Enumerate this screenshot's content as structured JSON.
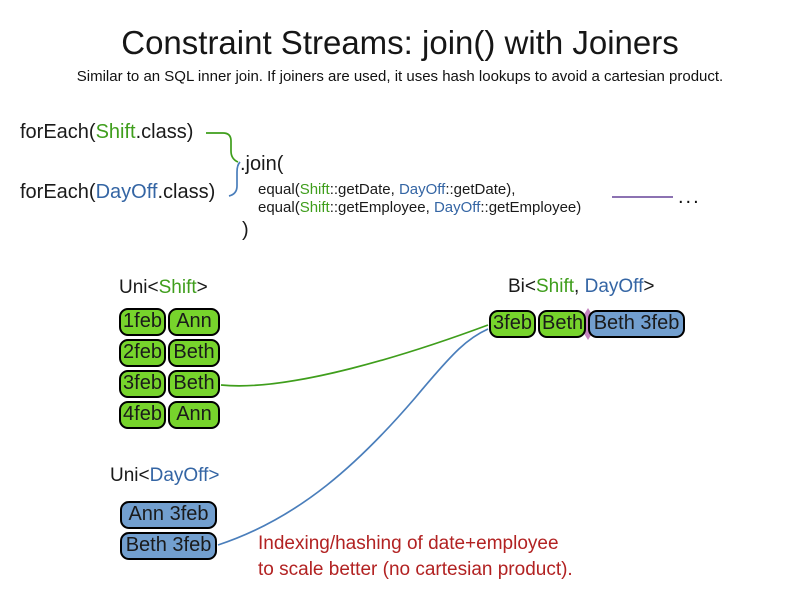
{
  "slide": {
    "title": "Constraint Streams: join() with Joiners",
    "subtitle": "Similar to an SQL inner join. If joiners are used, it uses hash lookups to avoid a cartesian product."
  },
  "code": {
    "foreach_shift": {
      "prefix": "forEach(",
      "class_name": "Shift",
      "suffix": ".class)"
    },
    "foreach_dayoff": {
      "prefix": "forEach(",
      "class_name": "DayOff",
      "suffix": ".class)"
    },
    "join": {
      "open": ".join(",
      "close": ")",
      "joiners": [
        {
          "fn": "equal(",
          "left_class": "Shift",
          "left_arg": "::getDate, ",
          "right_class": "DayOff",
          "right_arg": "::getDate),"
        },
        {
          "fn": "equal(",
          "left_class": "Shift",
          "left_arg": "::getEmployee, ",
          "right_class": "DayOff",
          "right_arg": "::getEmployee)"
        }
      ],
      "ellipsis": "..."
    }
  },
  "uni_shift": {
    "label": {
      "prefix": "Uni<",
      "class_name": "Shift",
      "suffix": ">"
    },
    "rows": [
      {
        "date": "1feb",
        "employee": "Ann"
      },
      {
        "date": "2feb",
        "employee": "Beth"
      },
      {
        "date": "3feb",
        "employee": "Beth"
      },
      {
        "date": "4feb",
        "employee": "Ann"
      }
    ]
  },
  "bi": {
    "label": {
      "prefix": "Bi<",
      "class1": "Shift",
      "sep": ", ",
      "class2": "DayOff",
      "suffix": ">"
    },
    "row": {
      "shift_date": "3feb",
      "shift_employee": "Beth",
      "dayoff_pair": "Beth 3feb"
    }
  },
  "uni_dayoff": {
    "label": {
      "prefix": "Uni<",
      "class_name": "DayOff",
      "suffix": ">"
    },
    "rows": [
      {
        "pair": "Ann 3feb"
      },
      {
        "pair": "Beth 3feb"
      }
    ]
  },
  "note": {
    "line1": "Indexing/hashing of date+employee",
    "line2": "to scale better (no cartesian product)."
  },
  "colors": {
    "shift_green": "#3f9e1c",
    "dayoff_blue": "#3465a4",
    "connector_blue": "#4a7ebb",
    "employee_orange": "#d2611c",
    "green_fill": "#77d42c",
    "blue_fill": "#729fcf",
    "note_red": "#b22222",
    "purple_line": "#7b5ea7",
    "junction_pink": "#c586c0"
  }
}
